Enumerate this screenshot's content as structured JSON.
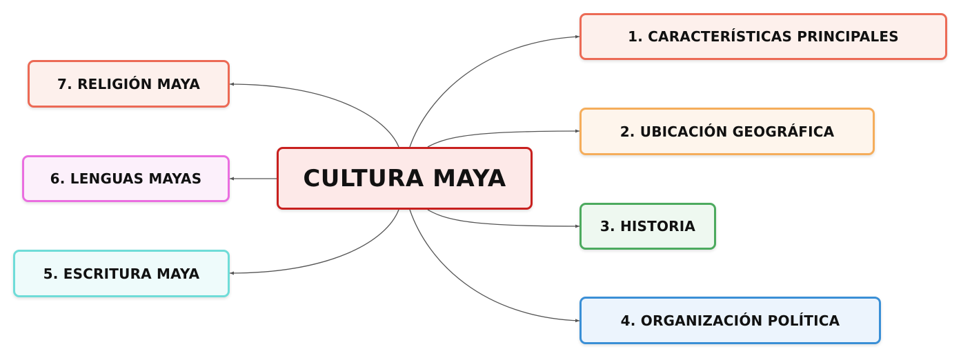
{
  "diagram": {
    "central": {
      "label": "CULTURA MAYA",
      "border": "#c8201e",
      "fill": "#fde9e8"
    },
    "branches": [
      {
        "id": "1",
        "label": "1. CARACTERÍSTICAS PRINCIPALES",
        "border": "#ec6a55",
        "fill": "#fdf0ec"
      },
      {
        "id": "2",
        "label": "2. UBICACIÓN GEOGRÁFICA",
        "border": "#f5ad5b",
        "fill": "#fef5ec"
      },
      {
        "id": "3",
        "label": "3. HISTORIA",
        "border": "#4caa5e",
        "fill": "#eef8f0"
      },
      {
        "id": "4",
        "label": "4. ORGANIZACIÓN POLÍTICA",
        "border": "#3a8fd6",
        "fill": "#ecf4fd"
      },
      {
        "id": "5",
        "label": "5. ESCRITURA MAYA",
        "border": "#6fdcd8",
        "fill": "#eefbfb"
      },
      {
        "id": "6",
        "label": "6. LENGUAS MAYAS",
        "border": "#ea6ee0",
        "fill": "#fcf0fb"
      },
      {
        "id": "7",
        "label": "7. RELIGIÓN MAYA",
        "border": "#ec6a55",
        "fill": "#fdf0ec"
      }
    ],
    "connector_color": "#555555"
  }
}
